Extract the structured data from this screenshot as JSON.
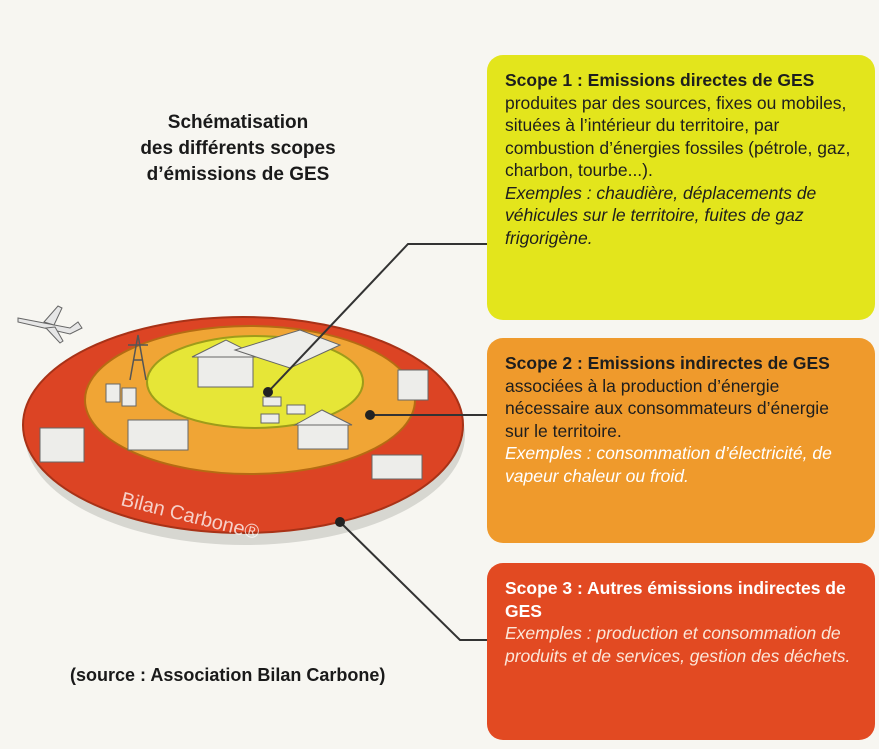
{
  "title": {
    "line1": "Schématisation",
    "line2": "des différents scopes",
    "line3": "d’émissions de GES"
  },
  "source": "(source : Association Bilan Carbone)",
  "ring_label": "Bilan Carbone®",
  "colors": {
    "scope1": "#e3e51c",
    "scope2": "#ef9a2c",
    "scope3": "#e24a22"
  },
  "scopes": [
    {
      "heading": "Scope 1 : Emissions directes de GES",
      "body": "produites par des sources, fixes ou mobiles, situées à l’intérieur du territoire, par combustion d’énergies fossiles (pétrole, gaz, charbon, tourbe...).",
      "examples": "Exemples : chaudière, déplacements de véhicules sur le territoire, fuites de gaz frigorigène."
    },
    {
      "heading": "Scope 2 : Emissions indirectes de GES",
      "body": "associées à la production d’énergie nécessaire aux consommateurs d’énergie sur le territoire.",
      "examples": "Exemples : consommation d’électricité, de vapeur chaleur ou froid."
    },
    {
      "heading": "Scope 3 : Autres émissions indirectes de GES",
      "body": "",
      "examples": "Exemples : production et consommation de produits et de services, gestion des déchets."
    }
  ]
}
